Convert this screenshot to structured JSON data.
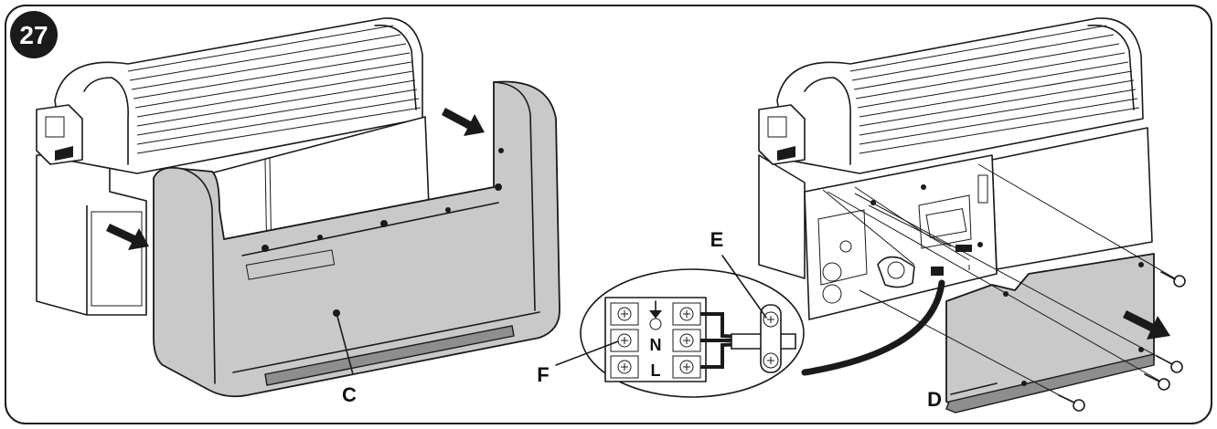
{
  "figure": {
    "number": "27",
    "labels": {
      "c": "C",
      "d": "D",
      "e": "E",
      "f": "F"
    },
    "terminals": {
      "neutral": "N",
      "line": "L"
    }
  },
  "icons": [
    "arrow-icon",
    "screw-icon",
    "ground-symbol-icon"
  ]
}
